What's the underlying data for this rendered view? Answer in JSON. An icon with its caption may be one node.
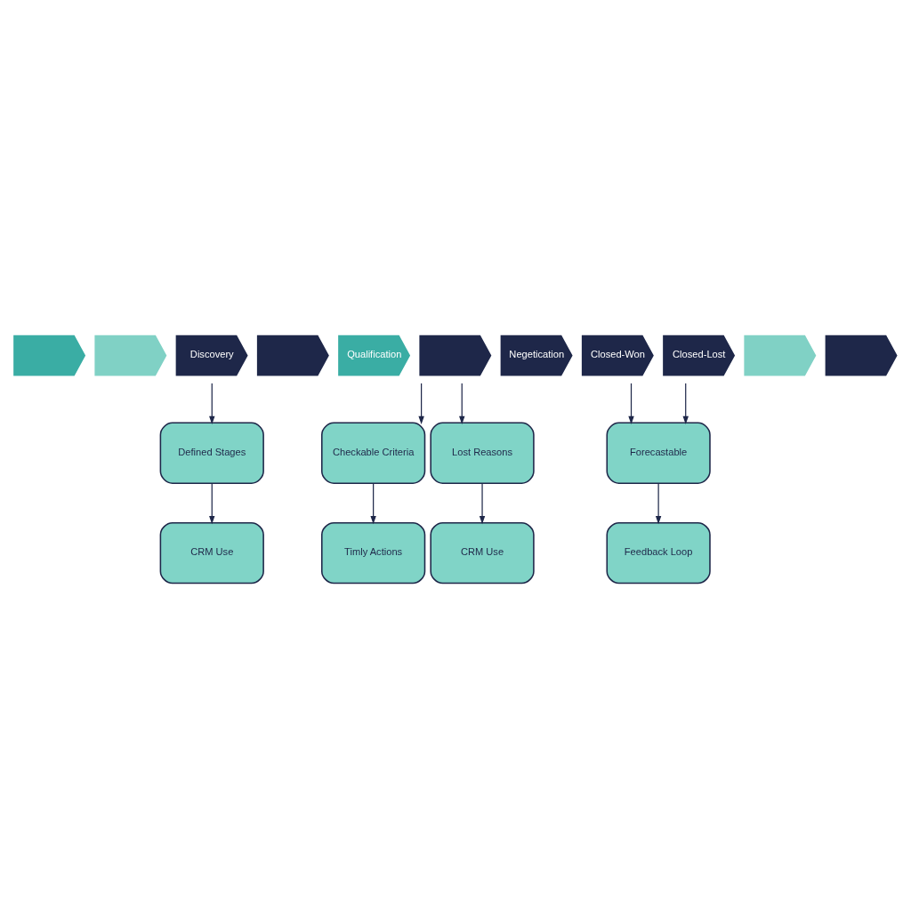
{
  "diagram": {
    "nodes": [
      {
        "text": [],
        "shape": "chevron"
      },
      {
        "text": [],
        "shape": "chevron"
      },
      {
        "text": [
          "Discovery"
        ]
      },
      {
        "text": [],
        "shape": "chevron"
      },
      {
        "text": [
          "Qualification"
        ]
      },
      {
        "text": [],
        "shape": "chevron"
      },
      {
        "text": [
          "Negetication"
        ]
      },
      {
        "text": [
          "Closed-Won"
        ]
      },
      {
        "text": [
          "Closed-Lost"
        ]
      },
      {
        "text": [],
        "shape": "chevron"
      },
      {
        "text": [],
        "shape": "chevron"
      },
      {
        "text": [
          "Defined Stages"
        ]
      },
      {
        "text": [
          "Checkable Criteria"
        ]
      },
      {
        "text": [
          "Lost Reasons"
        ]
      },
      {
        "text": [
          "Forecastable"
        ]
      },
      {
        "text": [
          "CRM Use"
        ]
      },
      {
        "text": [
          "Timly Actions"
        ]
      },
      {
        "text": [
          "CRM Use"
        ]
      },
      {
        "text": [
          "Feedback Loop"
        ]
      }
    ],
    "edges": [
      {
        "from": 2,
        "to": 11,
        "arrow": "to"
      },
      {
        "from": 5,
        "to": 12,
        "arrow": "to"
      },
      {
        "from": 5,
        "to": 13,
        "arrow": "to"
      },
      {
        "from": 7,
        "to": 14,
        "arrow": "to"
      },
      {
        "from": 8,
        "to": 14,
        "arrow": "to"
      },
      {
        "from": 11,
        "to": 15,
        "arrow": "to"
      },
      {
        "from": 12,
        "to": 16,
        "arrow": "to"
      },
      {
        "from": 13,
        "to": 17,
        "arrow": "to"
      },
      {
        "from": 14,
        "to": 18,
        "arrow": "to"
      }
    ]
  }
}
